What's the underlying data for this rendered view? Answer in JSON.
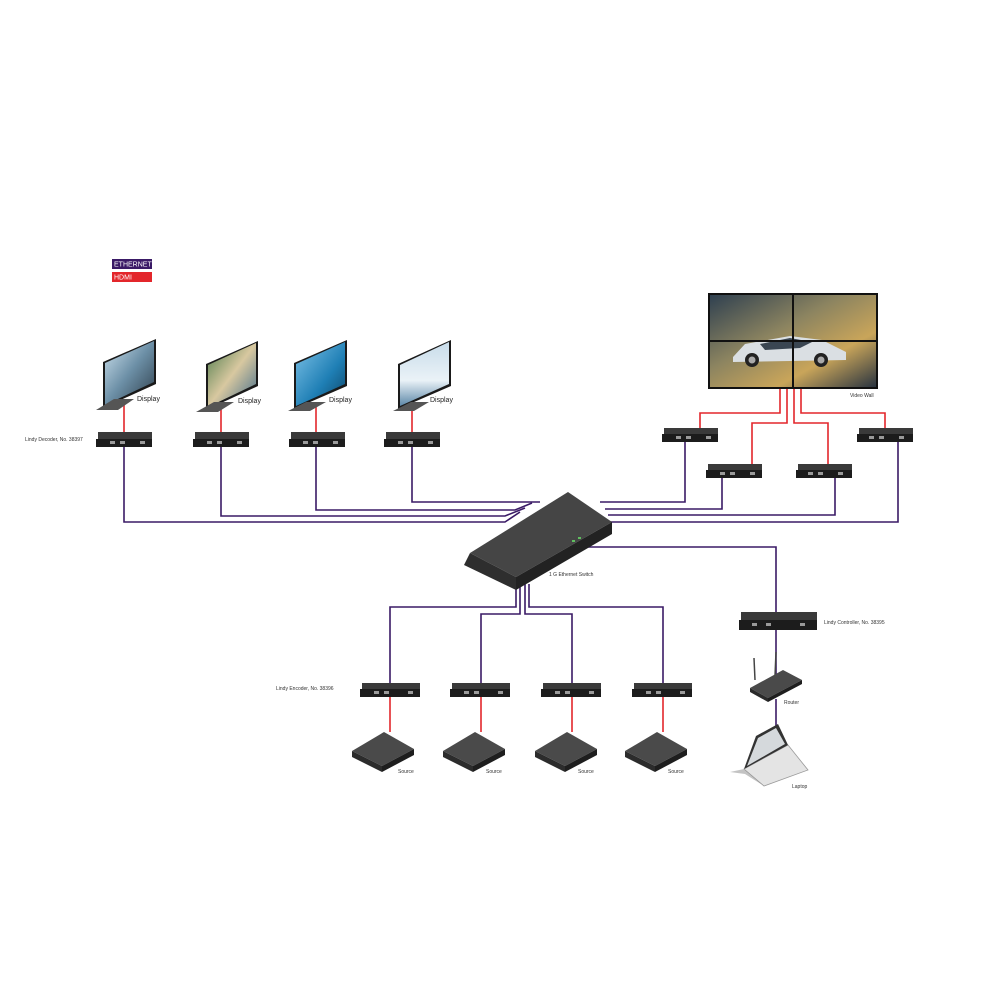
{
  "legend": {
    "ethernet_label": "ETHERNET",
    "hdmi_label": "HDMI",
    "ethernet_color": "#3a1a66",
    "hdmi_color": "#e3262b"
  },
  "labels": {
    "display_1": "Display",
    "display_2": "Display",
    "display_3": "Display",
    "display_4": "Display",
    "decoder": "Lindy Decoder, No. 38397",
    "video_wall": "Video Wall",
    "switch": "1 G Ethernet Switch",
    "controller": "Lindy Controller, No. 38395",
    "encoder": "Lindy Encoder, No. 38396",
    "router": "Router",
    "laptop": "Laptop",
    "source_1": "Source",
    "source_2": "Source",
    "source_3": "Source",
    "source_4": "Source"
  },
  "icons": {
    "display": "display-icon",
    "video_wall": "video-wall-icon",
    "switch": "ethernet-switch-icon",
    "router": "router-icon",
    "laptop": "laptop-icon",
    "source": "source-box-icon"
  }
}
